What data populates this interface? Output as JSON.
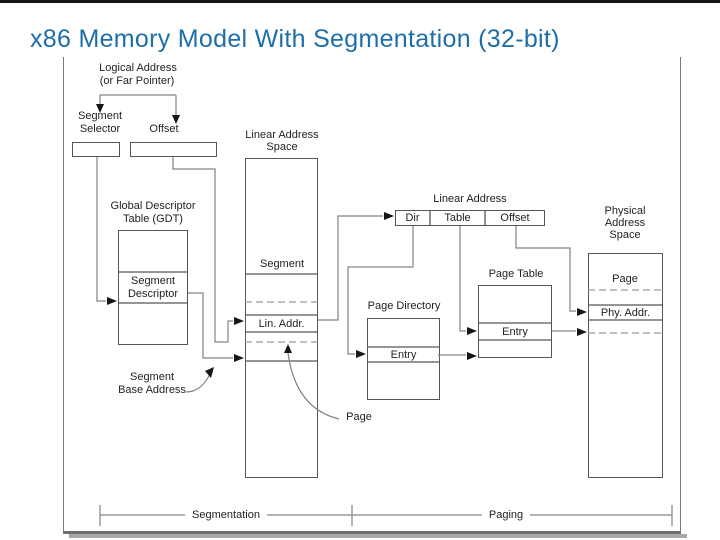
{
  "title": "x86 Memory Model With Segmentation (32-bit)",
  "colors": {
    "title_accent": "#1e6fa9",
    "diagram_line": "#838383",
    "box_border": "#565656",
    "text": "#1f1f1f"
  },
  "diagram": {
    "logical_address": {
      "line1": "Logical Address",
      "line2": "(or Far Pointer)"
    },
    "segment_selector": {
      "line1": "Segment",
      "line2": "Selector"
    },
    "offset_register_label": "Offset",
    "linear_address_space": {
      "line1": "Linear Address",
      "line2": "Space",
      "segment_region": "Segment",
      "lin_addr": "Lin. Addr."
    },
    "gdt": {
      "line1": "Global Descriptor",
      "line2": "Table (GDT)",
      "descriptor_line1": "Segment",
      "descriptor_line2": "Descriptor"
    },
    "segment_base": {
      "line1": "Segment",
      "line2": "Base Address"
    },
    "page_pointer_label": "Page",
    "linear_address_fields": {
      "title": "Linear Address",
      "dir": "Dir",
      "table": "Table",
      "offset": "Offset"
    },
    "page_directory": {
      "title": "Page Directory",
      "entry": "Entry"
    },
    "page_table": {
      "title": "Page Table",
      "entry": "Entry"
    },
    "physical_address_space": {
      "line1": "Physical",
      "line2": "Address",
      "line3": "Space",
      "page": "Page",
      "phy_addr": "Phy. Addr."
    },
    "brackets": {
      "segmentation": "Segmentation",
      "paging": "Paging"
    }
  }
}
